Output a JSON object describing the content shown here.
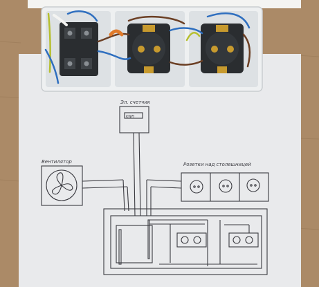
{
  "scene": {
    "description_labels": {
      "meter_label": "Эл. счетчик",
      "meter_box_text": "KWH",
      "fan_label": "Вентилятор",
      "sockets_label": "Розетки над столешницей"
    },
    "colors": {
      "wood": "#ab8a67",
      "paper": "#e9eaec",
      "socket_frame": "#eef0f1",
      "socket_body": "#2a2d30",
      "brass": "#c79a2e",
      "wire_blue": "#2f6fbf",
      "wire_brown": "#6b3f24",
      "wire_yellow_green": "#b6bf2f",
      "pencil": "#3a3a40"
    }
  }
}
